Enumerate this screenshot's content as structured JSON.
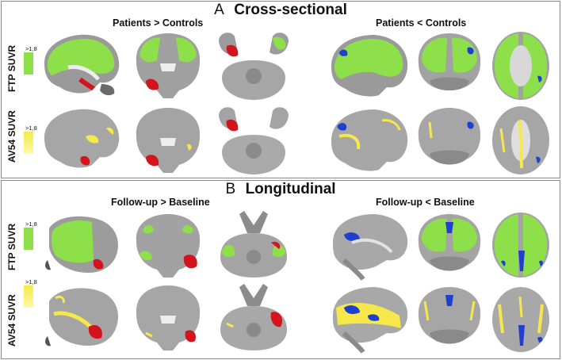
{
  "panels": [
    {
      "letter": "A",
      "title": "Cross-sectional",
      "left_subtitle": "Patients > Controls",
      "right_subtitle": "Patients < Controls"
    },
    {
      "letter": "B",
      "title": "Longitudinal",
      "left_subtitle": "Follow-up > Baseline",
      "right_subtitle": "Follow-up < Baseline"
    }
  ],
  "rows": [
    {
      "label": "FTP SUVR",
      "threshold": ">1,8",
      "color": "#8ee04a"
    },
    {
      "label": "AV54 SUVR",
      "threshold": ">1,8",
      "color": "#f6e84a"
    }
  ],
  "colors": {
    "increase": "#d4141c",
    "decrease": "#1f3fd0",
    "tau_map": "#8ee04a",
    "amyloid_map": "#f6e84a"
  }
}
